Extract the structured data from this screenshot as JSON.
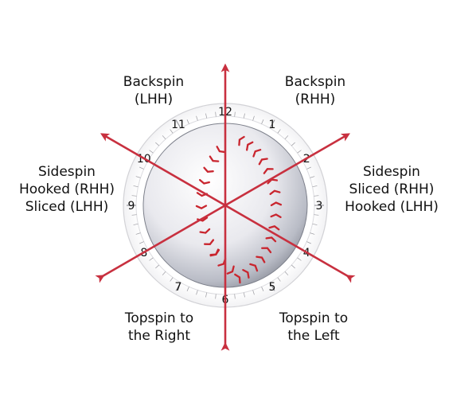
{
  "clock_numbers": [
    "12",
    "1",
    "2",
    "3",
    "4",
    "5",
    "6",
    "7",
    "8",
    "9",
    "10",
    "11"
  ],
  "labels": {
    "backspin_lhh": [
      "Backspin",
      "(LHH)"
    ],
    "backspin_rhh": [
      "Backspin",
      "(RHH)"
    ],
    "sidespin_left": [
      "Sidespin",
      "Hooked (RHH)",
      "Sliced (LHH)"
    ],
    "sidespin_right": [
      "Sidespin",
      "Sliced (RHH)",
      "Hooked (LHH)"
    ],
    "topspin_right": [
      "Topspin to",
      "the Right"
    ],
    "topspin_left": [
      "Topspin to",
      "the Left"
    ]
  },
  "colors": {
    "arrow": "#c8303f",
    "stitch": "#c9252e",
    "ball_light": "#f6f6f8",
    "ball_dark": "#8a8d98",
    "dial_ring": "#cfcfd2",
    "text": "#111111"
  }
}
